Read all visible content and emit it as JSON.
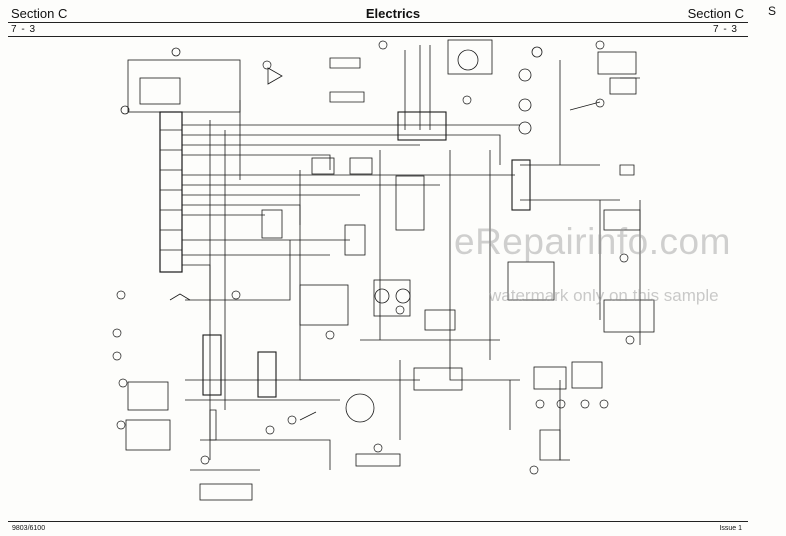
{
  "header": {
    "section_left": "Section C",
    "title": "Electrics",
    "section_right": "Section C",
    "page_left": "7 - 3",
    "page_right": "7 - 3",
    "corner_mark": "S"
  },
  "footer": {
    "doc_number": "9803/6100",
    "issue": "Issue 1"
  },
  "watermark": {
    "line1": "eRepairinfo.com",
    "line2": "watermark only on this sample"
  },
  "colors": {
    "ink": "#1a1a1a",
    "paper": "#fdfdfb",
    "watermark": "#969696"
  }
}
